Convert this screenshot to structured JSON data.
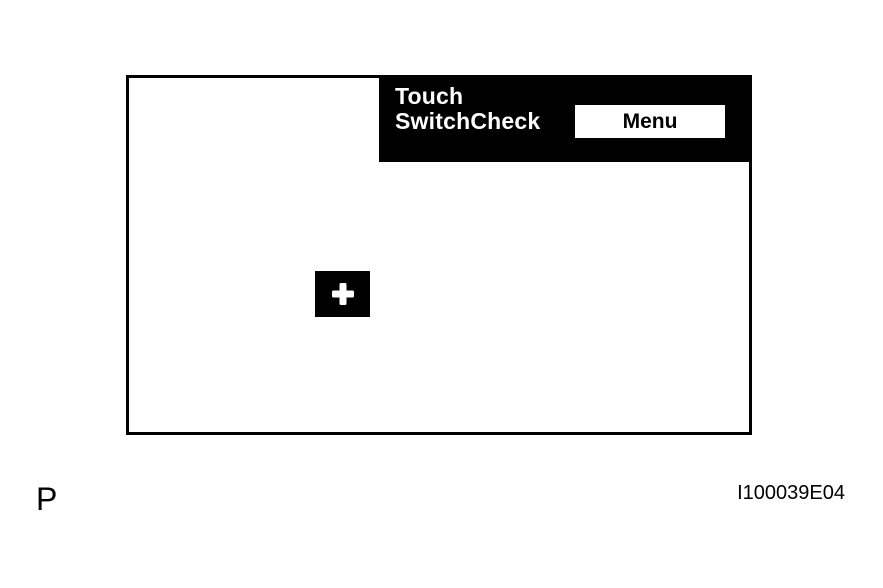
{
  "screen": {
    "title_line1": "Touch",
    "title_line2": "SwitchCheck",
    "menu_label": "Menu",
    "target_icon": "plus-icon"
  },
  "figure": {
    "corner_letter": "P",
    "id": "I100039E04"
  },
  "colors": {
    "foreground": "#000000",
    "background": "#ffffff"
  }
}
